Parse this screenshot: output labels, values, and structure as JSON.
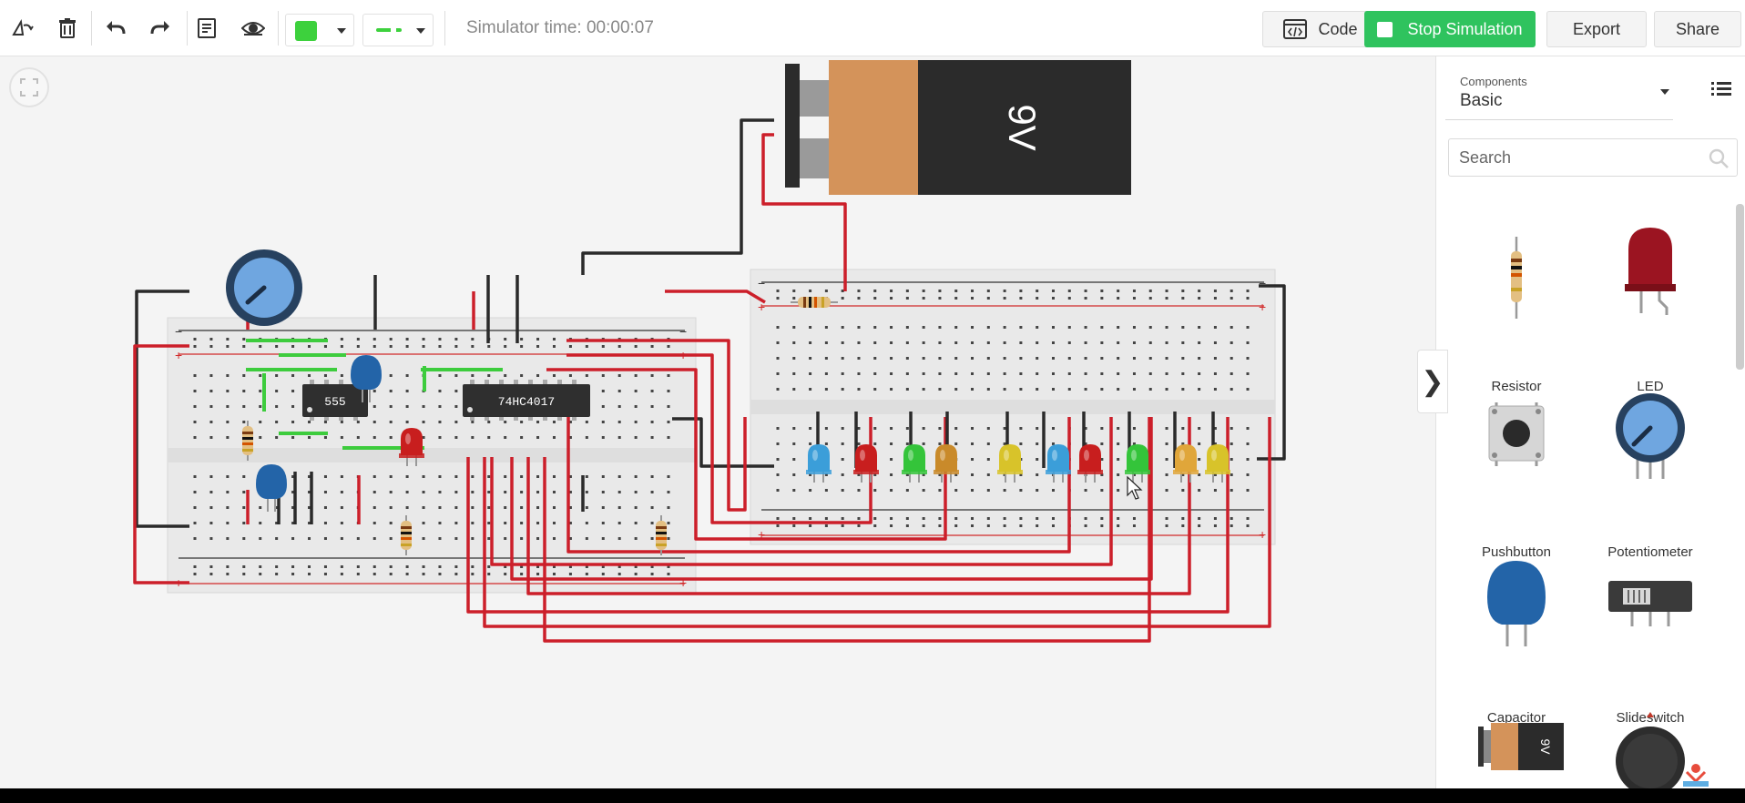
{
  "toolbar": {
    "icons": [
      "rotate-icon",
      "delete-icon",
      "undo-icon",
      "redo-icon",
      "notes-icon",
      "visibility-icon"
    ],
    "wire_color": "#3dd13d",
    "wire_style_color": "#3dd13d",
    "sim_time_label": "Simulator time: 00:00:07",
    "code_label": "Code",
    "stop_label": "Stop Simulation",
    "export_label": "Export",
    "share_label": "Share"
  },
  "canvas": {
    "battery_label": "9V",
    "ic_555_label": "555",
    "ic_4017_label": "74HC4017",
    "collapse_label": "❯",
    "led_colors": [
      "#3b9ed9",
      "#c81e1e",
      "#34c43a",
      "#c98a2a",
      "#d8c32a",
      "#3b9ed9",
      "#c81e1e",
      "#34c43a",
      "#e0a63a",
      "#d8c32a"
    ]
  },
  "panel": {
    "dropdown_label": "Components",
    "dropdown_value": "Basic",
    "search_placeholder": "Search",
    "components": [
      {
        "name": "Resistor"
      },
      {
        "name": "LED"
      },
      {
        "name": "Pushbutton"
      },
      {
        "name": "Potentiometer"
      },
      {
        "name": "Capacitor"
      },
      {
        "name": "Slideswitch"
      }
    ],
    "partial_battery_label": "9V"
  },
  "colors": {
    "accent_green": "#2fc35e",
    "wire_red": "#cc1f2a",
    "wire_black": "#2a2a2a",
    "breadboard": "#e9e9e9"
  }
}
